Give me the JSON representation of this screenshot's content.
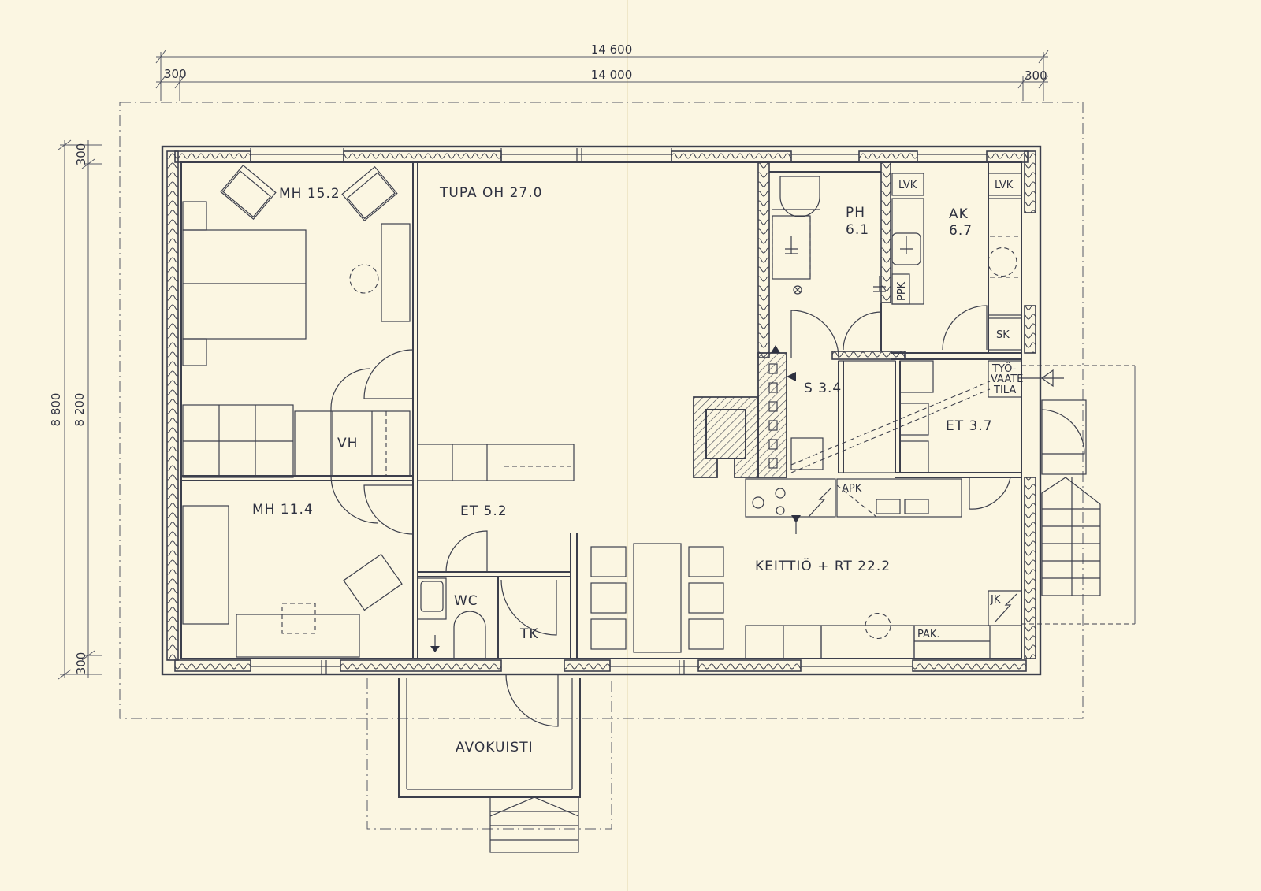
{
  "colors": {
    "paper": "#fbf6e2",
    "ink": "#3c3f4c"
  },
  "dimensions": {
    "total_width": "14 600",
    "inner_width": "14 000",
    "margin_left": "300",
    "margin_right": "300",
    "total_height": "8 800",
    "inner_height": "8 200",
    "margin_top": "300",
    "margin_bottom": "300"
  },
  "rooms": {
    "mh1": "MH 15.2",
    "tupa": "TUPA OH 27.0",
    "ph_name": "PH",
    "ph_area": "6.1",
    "ak_name": "AK",
    "ak_area": "6.7",
    "vh": "VH",
    "s": "S 3.4",
    "et_right": "ET 3.7",
    "mh2": "MH 11.4",
    "et_mid": "ET 5.2",
    "wc": "WC",
    "tk": "TK",
    "keittio": "KEITTIÖ + RT 22.2",
    "avokuisti": "AVOKUISTI"
  },
  "fixtures": {
    "lvk1": "LVK",
    "lvk2": "LVK",
    "ppk": "PPK",
    "sk": "SK",
    "tyo1": "TYÖ-",
    "tyo2": "VAATE",
    "tyo3": "TILA",
    "apk": "APK",
    "jk": "JK",
    "pak": "PAK."
  }
}
